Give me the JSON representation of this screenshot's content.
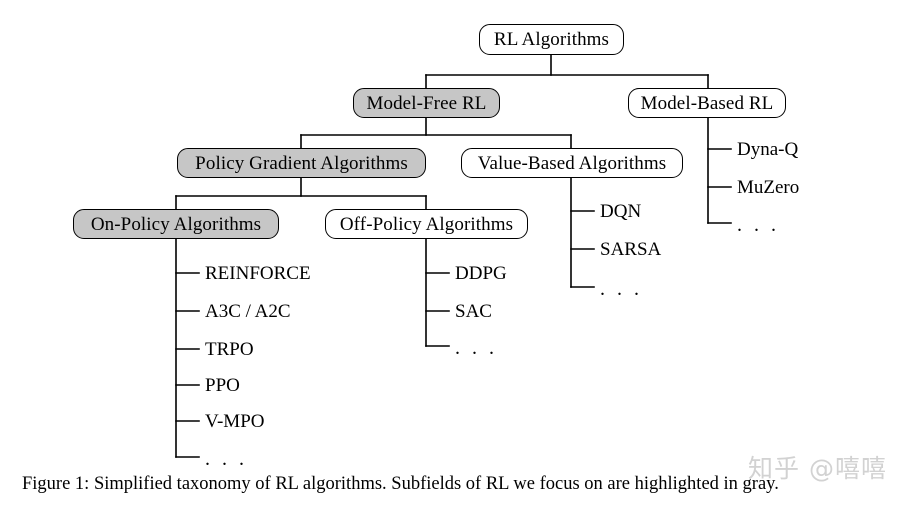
{
  "figure": {
    "caption": "Figure 1: Simplified taxonomy of RL algorithms. Subfields of RL we focus on are highlighted in gray.",
    "watermark": "知乎 @嘻嘻",
    "highlight_color": "#c6c6c6",
    "line_color": "#000000",
    "background_color": "#ffffff"
  },
  "nodes": {
    "root": {
      "label": "RL Algorithms",
      "highlighted": false
    },
    "model_free": {
      "label": "Model-Free RL",
      "highlighted": true
    },
    "model_based": {
      "label": "Model-Based RL",
      "highlighted": false
    },
    "policy_gradient": {
      "label": "Policy Gradient Algorithms",
      "highlighted": true
    },
    "value_based": {
      "label": "Value-Based Algorithms",
      "highlighted": false
    },
    "on_policy": {
      "label": "On-Policy Algorithms",
      "highlighted": true
    },
    "off_policy": {
      "label": "Off-Policy Algorithms",
      "highlighted": false
    }
  },
  "leaves": {
    "on_policy": [
      {
        "label": "REINFORCE"
      },
      {
        "label": "A3C / A2C"
      },
      {
        "label": "TRPO"
      },
      {
        "label": "PPO"
      },
      {
        "label": "V-MPO"
      },
      {
        "label": ". . ."
      }
    ],
    "off_policy": [
      {
        "label": "DDPG"
      },
      {
        "label": "SAC"
      },
      {
        "label": ". . ."
      }
    ],
    "value_based": [
      {
        "label": "DQN"
      },
      {
        "label": "SARSA"
      },
      {
        "label": ". . ."
      }
    ],
    "model_based": [
      {
        "label": "Dyna-Q"
      },
      {
        "label": "MuZero"
      },
      {
        "label": ". . ."
      }
    ]
  },
  "chart_data": {
    "type": "tree",
    "title": "Simplified taxonomy of RL algorithms",
    "root": "RL Algorithms",
    "edges": [
      [
        "RL Algorithms",
        "Model-Free RL"
      ],
      [
        "RL Algorithms",
        "Model-Based RL"
      ],
      [
        "Model-Free RL",
        "Policy Gradient Algorithms"
      ],
      [
        "Model-Free RL",
        "Value-Based Algorithms"
      ],
      [
        "Policy Gradient Algorithms",
        "On-Policy Algorithms"
      ],
      [
        "Policy Gradient Algorithms",
        "Off-Policy Algorithms"
      ],
      [
        "On-Policy Algorithms",
        "REINFORCE"
      ],
      [
        "On-Policy Algorithms",
        "A3C / A2C"
      ],
      [
        "On-Policy Algorithms",
        "TRPO"
      ],
      [
        "On-Policy Algorithms",
        "PPO"
      ],
      [
        "On-Policy Algorithms",
        "V-MPO"
      ],
      [
        "On-Policy Algorithms",
        ". . ."
      ],
      [
        "Off-Policy Algorithms",
        "DDPG"
      ],
      [
        "Off-Policy Algorithms",
        "SAC"
      ],
      [
        "Off-Policy Algorithms",
        ". . ."
      ],
      [
        "Value-Based Algorithms",
        "DQN"
      ],
      [
        "Value-Based Algorithms",
        "SARSA"
      ],
      [
        "Value-Based Algorithms",
        ". . ."
      ],
      [
        "Model-Based RL",
        "Dyna-Q"
      ],
      [
        "Model-Based RL",
        "MuZero"
      ],
      [
        "Model-Based RL",
        ". . ."
      ]
    ],
    "highlighted_nodes": [
      "Model-Free RL",
      "Policy Gradient Algorithms",
      "On-Policy Algorithms"
    ]
  }
}
